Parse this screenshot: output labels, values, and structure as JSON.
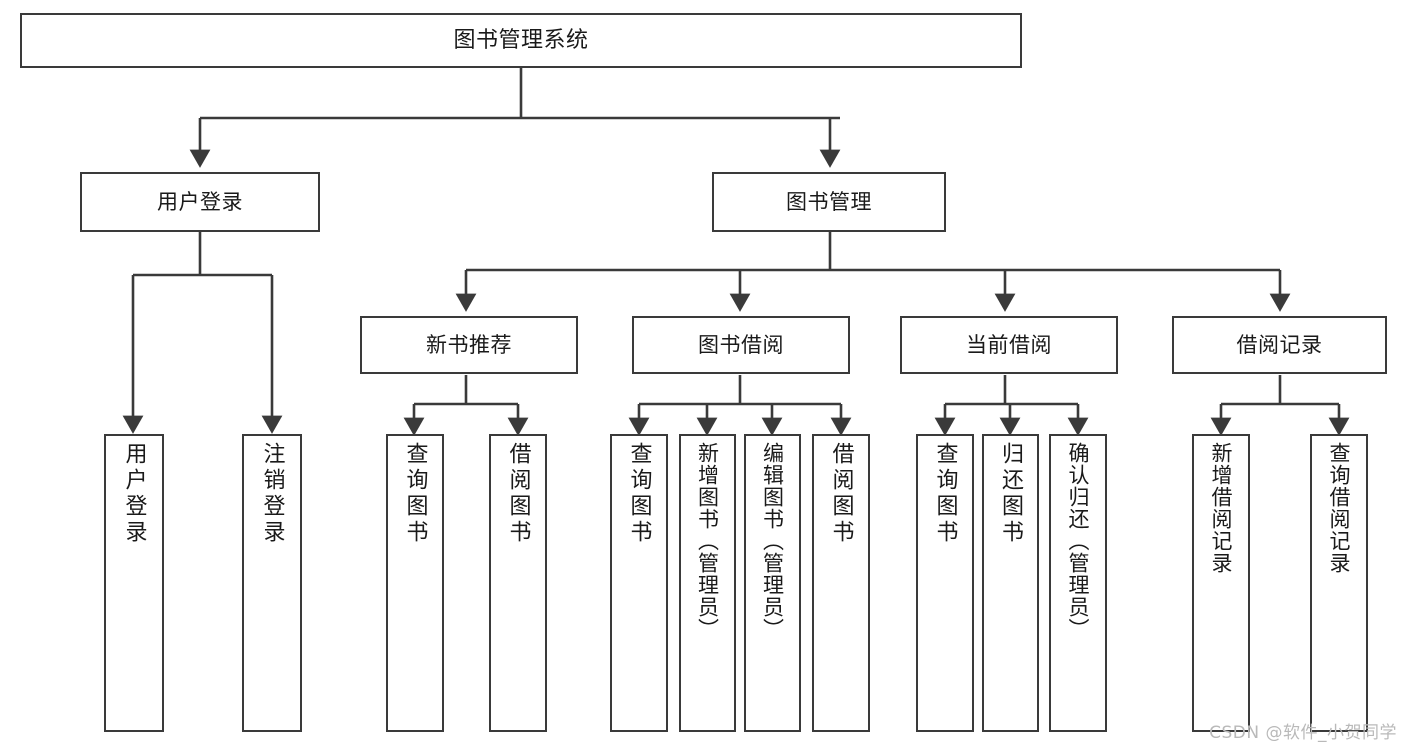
{
  "diagram": {
    "type": "tree",
    "title": "图书管理系统",
    "root": {
      "id": "root",
      "label": "图书管理系统"
    },
    "level2": [
      {
        "id": "user-login",
        "label": "用户登录"
      },
      {
        "id": "book-manage",
        "label": "图书管理"
      }
    ],
    "level3": [
      {
        "id": "new-book-rec",
        "label": "新书推荐",
        "parent": "book-manage"
      },
      {
        "id": "book-borrow",
        "label": "图书借阅",
        "parent": "book-manage"
      },
      {
        "id": "current-borrow",
        "label": "当前借阅",
        "parent": "book-manage"
      },
      {
        "id": "borrow-record",
        "label": "借阅记录",
        "parent": "book-manage"
      }
    ],
    "leaves": [
      {
        "id": "leaf-user-login",
        "label": "用户登录",
        "parent": "user-login"
      },
      {
        "id": "leaf-logout-login",
        "label": "注销登录",
        "parent": "user-login"
      },
      {
        "id": "leaf-query-book-1",
        "label": "查询图书",
        "parent": "new-book-rec"
      },
      {
        "id": "leaf-borrow-book-1",
        "label": "借阅图书",
        "parent": "new-book-rec"
      },
      {
        "id": "leaf-query-book-2",
        "label": "查询图书",
        "parent": "book-borrow"
      },
      {
        "id": "leaf-add-book",
        "label": "新增图书（管理员）",
        "parent": "book-borrow"
      },
      {
        "id": "leaf-edit-book",
        "label": "编辑图书（管理员）",
        "parent": "book-borrow"
      },
      {
        "id": "leaf-borrow-book-2",
        "label": "借阅图书",
        "parent": "book-borrow"
      },
      {
        "id": "leaf-query-book-3",
        "label": "查询图书",
        "parent": "current-borrow"
      },
      {
        "id": "leaf-return-book",
        "label": "归还图书",
        "parent": "current-borrow"
      },
      {
        "id": "leaf-confirm-return",
        "label": "确认归还（管理员）",
        "parent": "current-borrow"
      },
      {
        "id": "leaf-add-record",
        "label": "新增借阅记录",
        "parent": "borrow-record"
      },
      {
        "id": "leaf-query-record",
        "label": "查询借阅记录",
        "parent": "borrow-record"
      }
    ],
    "colors": {
      "node_border": "#3a3a3a",
      "node_fill": "#ffffff",
      "edge": "#3a3a3a",
      "text": "#1a1a1a",
      "background": "#ffffff",
      "watermark": "#b9b9b9"
    }
  },
  "watermark": {
    "text": "CSDN @软件_小贺同学"
  }
}
